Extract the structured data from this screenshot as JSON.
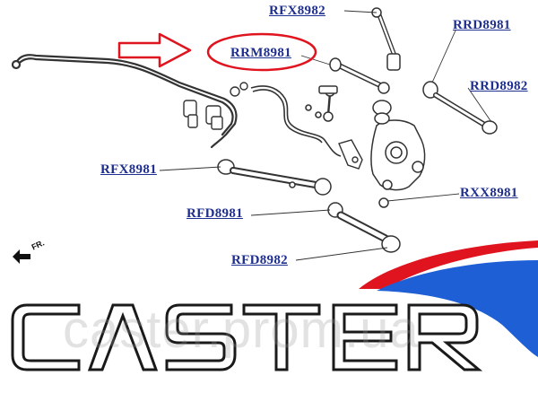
{
  "labels": {
    "rfx8982": "RFX8982",
    "rrd8981": "RRD8981",
    "rrm8981": "RRM8981",
    "rrd8982": "RRD8982",
    "rfx8981": "RFX8981",
    "rxx8981": "RXX8981",
    "rfd8981": "RFD8981",
    "rfd8982": "RFD8982"
  },
  "direction": {
    "fr": "FR."
  },
  "brand": {
    "logo_text": "CASTER",
    "watermark": "caster.prom.ua"
  },
  "colors": {
    "label": "#1f2f8f",
    "highlight_red": "#e0141e",
    "swoosh_blue": "#1e5fd6",
    "swoosh_red": "#e0141e",
    "line": "#333333"
  }
}
